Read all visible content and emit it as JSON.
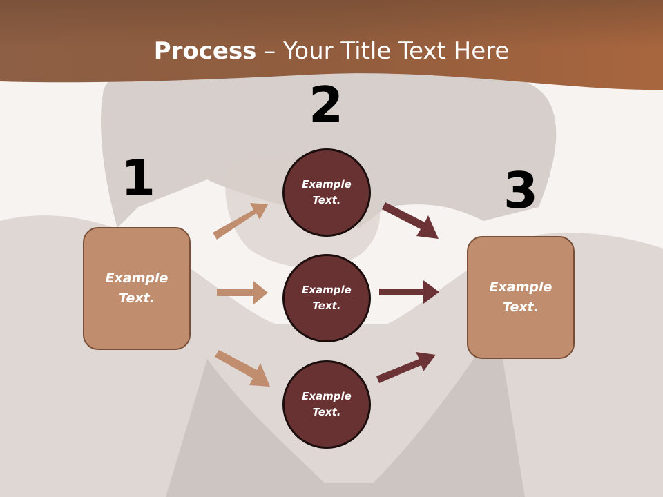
{
  "title": {
    "bold": "Process",
    "rest": " – Your Title Text Here"
  },
  "numbers": [
    "1",
    "2",
    "3"
  ],
  "left_box": {
    "label": "Example Text."
  },
  "circles": [
    {
      "label": "Example Text."
    },
    {
      "label": "Example Text."
    },
    {
      "label": "Example Text."
    }
  ],
  "right_box": {
    "label": "Example Text."
  },
  "colors": {
    "header_band": "#8a5a3d",
    "box_fill": "#c08e6f",
    "circle_fill": "#683233",
    "arrow_light": "#c08e6f",
    "arrow_dark": "#6b3335"
  }
}
